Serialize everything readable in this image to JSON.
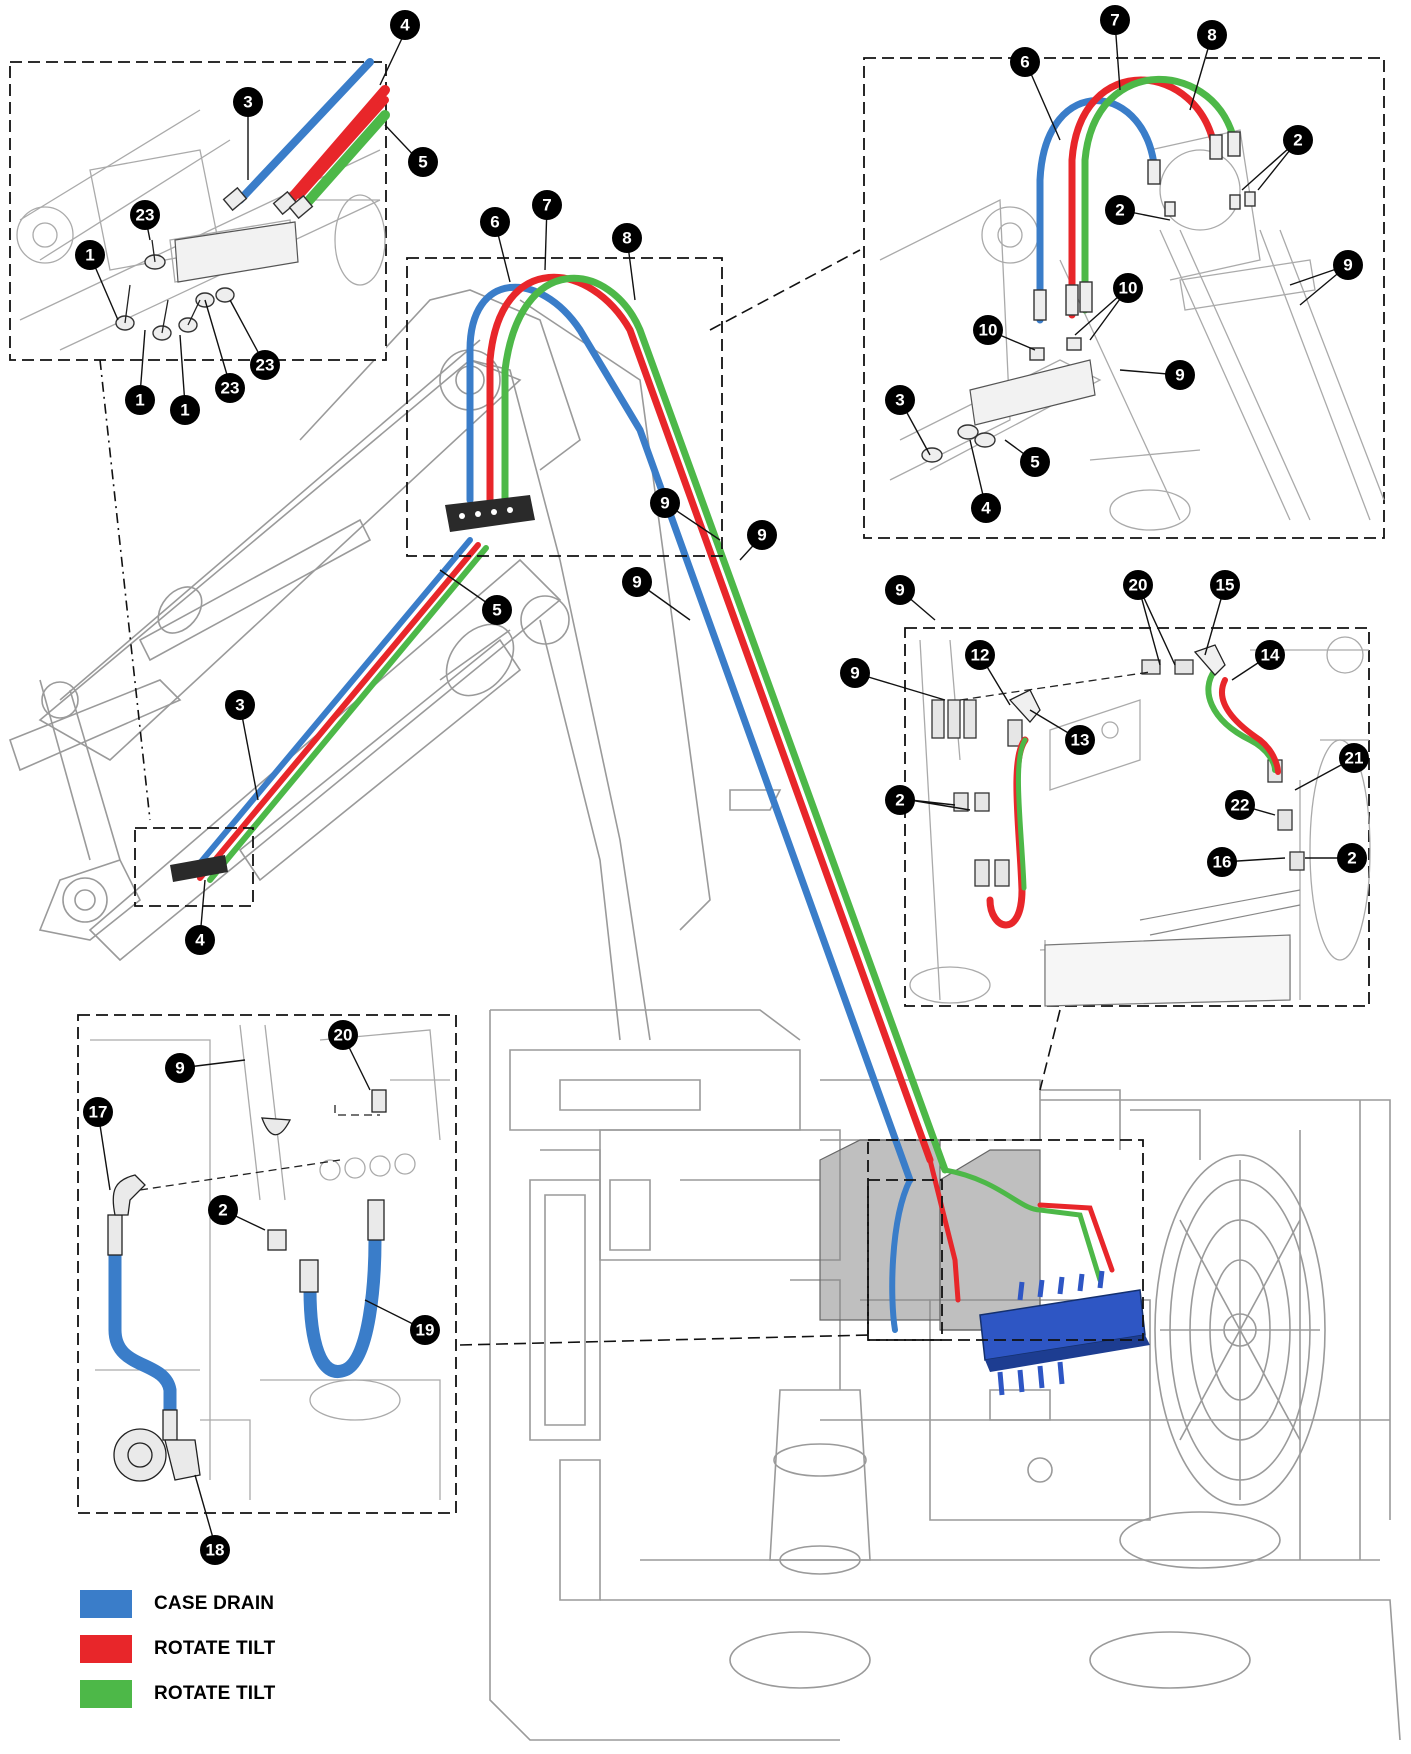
{
  "callouts": {
    "c1": "1",
    "c2": "2",
    "c3": "3",
    "c4": "4",
    "c5": "5",
    "c6": "6",
    "c7": "7",
    "c8": "8",
    "c9": "9",
    "c10": "10",
    "c12": "12",
    "c13": "13",
    "c14": "14",
    "c15": "15",
    "c16": "16",
    "c17": "17",
    "c18": "18",
    "c19": "19",
    "c20": "20",
    "c21": "21",
    "c22": "22",
    "c23": "23"
  },
  "legend": {
    "items": [
      {
        "label": "CASE DRAIN",
        "color": "#3a7dc9"
      },
      {
        "label": "ROTATE TILT",
        "color": "#e8262a"
      },
      {
        "label": "ROTATE TILT",
        "color": "#4db848"
      }
    ]
  },
  "colors": {
    "case_drain": "#3a7dc9",
    "rotate_tilt_red": "#e8262a",
    "rotate_tilt_green": "#4db848",
    "line": "#8a8a8a",
    "valve_blue": "#2e56c4"
  }
}
